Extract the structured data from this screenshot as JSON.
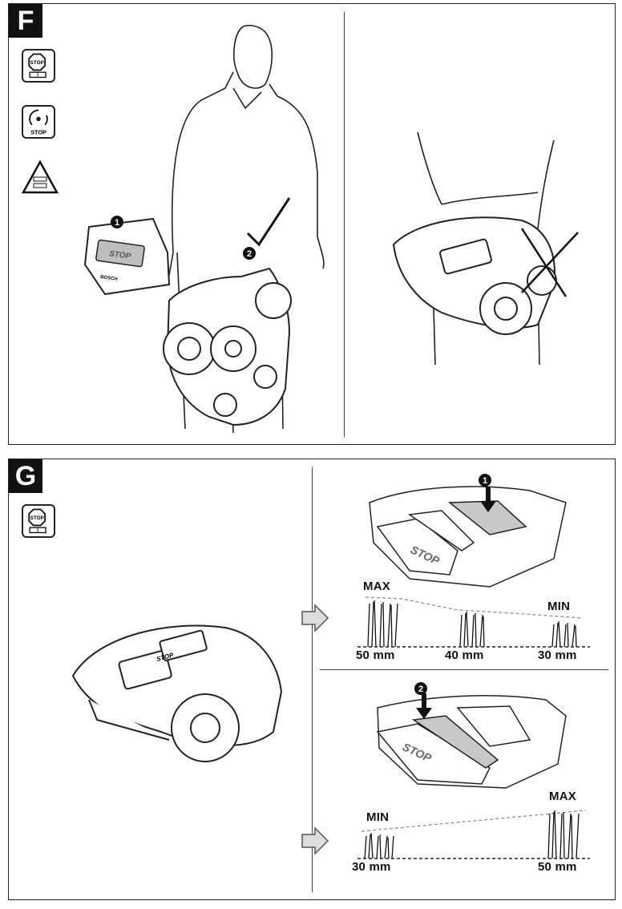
{
  "panel_f": {
    "letter": "F",
    "icons": [
      "stop-manual-icon",
      "rotating-blades-stop-icon",
      "warning-manual-icon"
    ],
    "callouts": [
      "1",
      "2"
    ],
    "stop_key_text": "STOP",
    "brand_text": "BOSCH",
    "correct_mark": "check-icon",
    "wrong_mark": "cross-icon"
  },
  "panel_g": {
    "letter": "G",
    "icons": [
      "stop-manual-icon"
    ],
    "mower_stop_text": "STOP",
    "step1": {
      "callout": "1",
      "stop_text": "STOP",
      "max_label": "MAX",
      "min_label": "MIN",
      "heights": [
        "50 mm",
        "40 mm",
        "30 mm"
      ]
    },
    "step2": {
      "callout": "2",
      "stop_text": "STOP",
      "min_label": "MIN",
      "max_label": "MAX",
      "heights": [
        "30 mm",
        "50 mm"
      ]
    }
  }
}
